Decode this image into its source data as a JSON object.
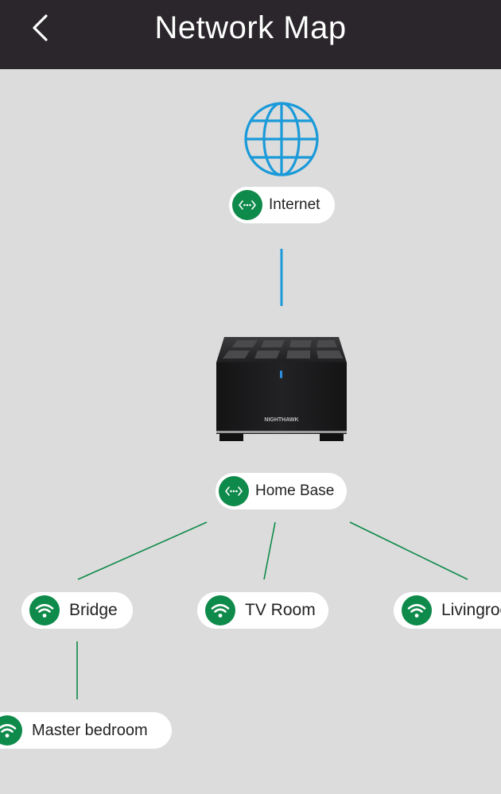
{
  "header": {
    "title": "Network Map",
    "back_icon": "chevron-left-icon"
  },
  "colors": {
    "header_bg": "#2a262b",
    "page_bg": "#dcdcdc",
    "internet_link": "#1a9ad9",
    "mesh_link": "#0e8a4a",
    "status_green": "#0e8a4a"
  },
  "internet": {
    "icon": "globe-icon",
    "label": "Internet",
    "status_icon": "ethernet-icon"
  },
  "router": {
    "brand": "NIGHTHAWK",
    "label": "Home Base",
    "status_icon": "ethernet-icon"
  },
  "satellites": [
    {
      "label": "Bridge",
      "status_icon": "wifi-icon"
    },
    {
      "label": "TV Room",
      "status_icon": "wifi-icon"
    },
    {
      "label": "Livingroom",
      "status_icon": "wifi-icon"
    },
    {
      "label": "Master bedroom",
      "status_icon": "wifi-icon"
    }
  ]
}
